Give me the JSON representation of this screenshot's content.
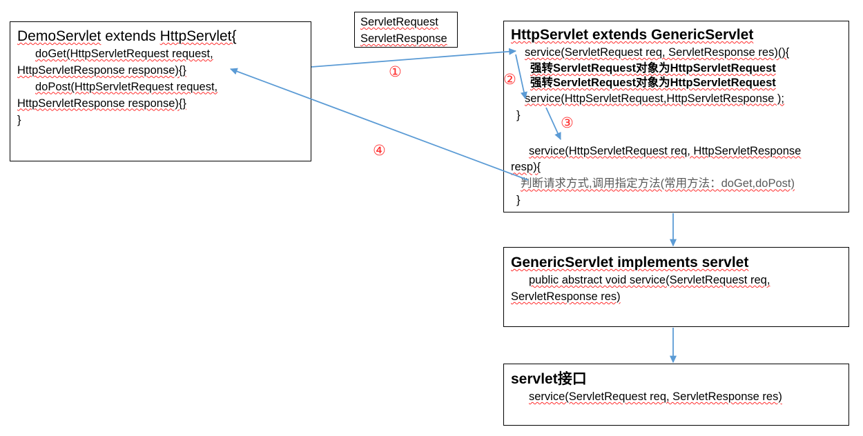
{
  "diagram": {
    "title": "Servlet inheritance / request dispatch flow",
    "accent_arrow_color": "#5B9BD5",
    "marker_color": "#FF2B2B",
    "box_border_color": "#000000",
    "muted_text_color": "#5A5A5A"
  },
  "boxes": {
    "demo_servlet": {
      "title_a": "DemoServlet",
      "title_b": "extends",
      "title_c": "HttpServlet{",
      "line1": "doGet(HttpServletRequest request,",
      "line2": "HttpServletResponse response){}",
      "line3": "doPost(HttpServletRequest request,",
      "line4": "HttpServletResponse response){}",
      "line5": "}"
    },
    "servlet_req_res": {
      "line1": "ServletRequest",
      "line2": "ServletResponse"
    },
    "http_servlet": {
      "title": "HttpServlet extends GenericServlet",
      "line1": "service(ServletRequest req, ServletResponse res)(){",
      "cast1": "强转ServletRequest对象为HttpServletRequest",
      "cast2": "强转ServletRequest对象为HttpServletRequest",
      "line2": "service(HttpServletRequest,HttpServletResponse );",
      "brace1": "}",
      "line3": "service(HttpServletRequest req, HttpServletResponse",
      "line4": "resp){",
      "line5": "判断请求方式,调用指定方法(常用方法：doGet,doPost)",
      "brace2": "}"
    },
    "generic_servlet": {
      "title": "GenericServlet  implements  servlet",
      "line1": "public abstract void service(ServletRequest req,",
      "line2": "ServletResponse res)"
    },
    "servlet_interface": {
      "title": "servlet接口",
      "line1": "service(ServletRequest req, ServletResponse res)"
    }
  },
  "markers": {
    "one": "①",
    "two": "②",
    "three": "③",
    "four": "④"
  }
}
